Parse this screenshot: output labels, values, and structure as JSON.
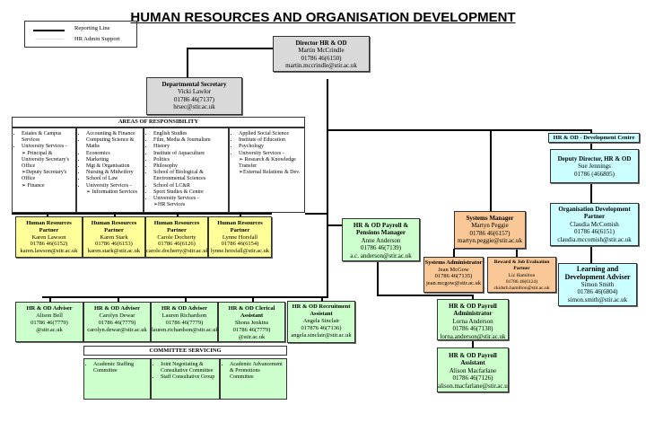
{
  "title": "HUMAN RESOURCES AND ORGANISATION DEVELOPMENT",
  "legend": {
    "reporting": "Reporting Line",
    "admin": "HR Admin Support"
  },
  "director": {
    "title": "Director HR & OD",
    "name": "Martin McCrindle",
    "phone": "01786 46(6150)",
    "email": "martin.mccrindle@stir.ac.uk"
  },
  "secretary": {
    "title": "Departmental Secretary",
    "name": "Vicki Lawlor",
    "phone": "01786 46(7137)",
    "email": "hrsec@stir.ac.uk"
  },
  "areas": {
    "heading": "AREAS OF RESPONSIBILITY",
    "columns": [
      [
        "Estates & Campus Services",
        "University Services -",
        "➢ Principal & University Secretary's Office",
        "➢Deputy Secretary's Office",
        "➢ Finance"
      ],
      [
        "Accounting & Finance",
        "Computing Science & Maths",
        "Economics",
        "Marketing",
        "Mgt & Organisation",
        "Nursing & Midwifery",
        "School of Law",
        "University Services -",
        "➢ Information Services"
      ],
      [
        "English Studies",
        "Film, Media & Journalism",
        "History",
        "Institute of Aquaculture",
        "Politics",
        "Philosophy",
        "School of Biological & Environmental Sciences",
        "School of LC&R",
        "Sport Studies & Centre",
        "University Services -",
        "➢HR Services"
      ],
      [
        "Applied Social Science",
        "Institute of Education",
        "Psychology",
        "University Services -",
        "➢ Research & Knowledge Transfer",
        "➢External Relations & Dev."
      ]
    ]
  },
  "partners": [
    {
      "title": "Human Resources Partner",
      "name": "Karen Lawson",
      "phone": "01786 46(6152)",
      "email": "karen.lawson@stir.ac.uk"
    },
    {
      "title": "Human Resources Partner",
      "name": "Karen Stark",
      "phone": "01786 46(6153)",
      "email": "karen.stark@stir.ac.uk"
    },
    {
      "title": "Human Resources Partner",
      "name": "Carole Docherty",
      "phone": "01786 46(6126)",
      "email": "carole.docherty@stir.ac.uk"
    },
    {
      "title": "Human Resources Partner",
      "name": "Lynne Horsfall",
      "phone": "01786 46(6154)",
      "email": "lynne.horsfall@stir.ac.uk"
    }
  ],
  "payroll_manager": {
    "title": "HR & OD Payroll & Pensions Manager",
    "name": "Anne Anderson",
    "phone": "01786 46(7139)",
    "email": "a.c. anderson@stir.ac.uk"
  },
  "systems_manager": {
    "title": "Systems Manager",
    "name": "Martyn Peggie",
    "phone": "01786 46(6157)",
    "email": "martyn.peggie@stir.ac.uk"
  },
  "systems_admin": {
    "title": "Systems Administrator",
    "name": "Jean McGow",
    "phone": "01786 46(7135)",
    "email": "jean.mcgow@stir.ac.uk"
  },
  "reward": {
    "title": "Reward & Job Evaluation Partner",
    "name": "Liz Hamilton",
    "phone": "01786 46(6124)",
    "email": "ckidsrb.hamilton@stir.ac.uk"
  },
  "dev_centre": {
    "label": "HR & OD - Development Centre"
  },
  "deputy": {
    "title": "Deputy Director, HR & OD",
    "name": "Sue Jennings",
    "phone": "01786 (466805)"
  },
  "od_partner": {
    "title": "Organisation Development Partner",
    "name": "Claudia McComish",
    "phone": "01786 46(6151)",
    "email": "claudia.mccomish@stir.ac.uk"
  },
  "ld_adviser": {
    "title": "Learning and Development Adviser",
    "name": "Simon Smith",
    "phone": "01786 46(6804)",
    "email": "simon.smith@stir.ac.uk"
  },
  "advisers": [
    {
      "title": "HR & OD Adviser",
      "name": "Alison Bell",
      "phone": "01786 46(7779)",
      "email": "@stir.ac.uk"
    },
    {
      "title": "HR & OD Adviser",
      "name": "Carolyn Dewar",
      "phone": "01786 46(7779)",
      "email": "carolyn.dewar@stir.ac.uk"
    },
    {
      "title": "HR & OD Adviser",
      "name": "Lauren Richardson",
      "phone": "01786  46(7779)",
      "email": "lauren.richardson@stir.ac.uk"
    },
    {
      "title": "HR & OD Clerical Assistant",
      "name": "Shona Jenkins",
      "phone": "01786 46(7779)",
      "email": "@stir.ac.uk"
    },
    {
      "title": "HR & OD Recruitment Assistant",
      "name": "Angela Sinclair",
      "phone": "017876 46(7136)",
      "email": "angela.sinclair@stir.ac.uk"
    }
  ],
  "payroll_admin": {
    "title": "HR & OD Payroll Administrator",
    "name": "Lorna Anderson",
    "phone": "01786 46(7138)",
    "email": "lorna.anderson@stir.ac.uk"
  },
  "payroll_asst": {
    "title": "HR & OD Payroll Assistant",
    "name": "Alison Macfarlane",
    "phone": "01786 46(7126)",
    "email": "alison.macfarlane@stir.ac.uk"
  },
  "committee": {
    "heading": "COMMITTEE SERVICING",
    "columns": [
      [
        "Academic Staffing Committee"
      ],
      [
        "Joint Negotiating & Consultative Committee",
        "Staff Consultative Group"
      ],
      [
        "Academic Advancement & Promotions Committee"
      ]
    ]
  }
}
